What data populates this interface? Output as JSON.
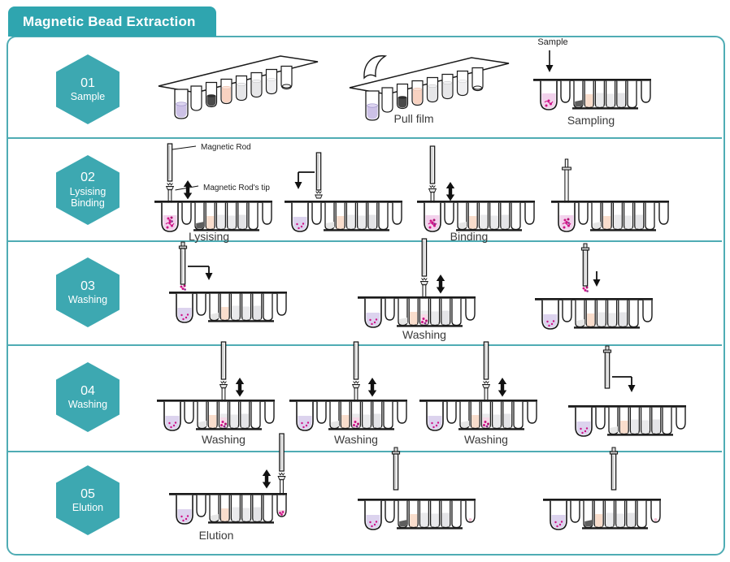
{
  "title": "Magnetic Bead Extraction",
  "colors": {
    "teal_header": "#2FA5AF",
    "teal_hexagon": "#3DA8B1",
    "teal_border": "#4FACB4",
    "outline": "#1a1a1a",
    "bead_magenta": "#CE1286",
    "sample_purple": "#DCD3EE",
    "peach": "#F9DDCC",
    "gray_fill": "#EAEAEC",
    "dark_gray": "#5E5E5E"
  },
  "steps": [
    {
      "number": "01",
      "line1": "Sample",
      "line2": ""
    },
    {
      "number": "02",
      "line1": "Lysising",
      "line2": "Binding"
    },
    {
      "number": "03",
      "line1": "Washing",
      "line2": ""
    },
    {
      "number": "04",
      "line1": "Washing",
      "line2": ""
    },
    {
      "number": "05",
      "line1": "Elution",
      "line2": ""
    }
  ],
  "annotations": {
    "sample": "Sample",
    "magnetic_rod": "Magnetic Rod",
    "magnetic_rod_tip": "Magnetic Rod's tip"
  },
  "captions": {
    "pull_film": "Pull film",
    "sampling": "Sampling",
    "lysising": "Lysising",
    "binding": "Binding",
    "washing3": "Washing",
    "washing4a": "Washing",
    "washing4b": "Washing",
    "washing4c": "Washing",
    "elution": "Elution"
  }
}
